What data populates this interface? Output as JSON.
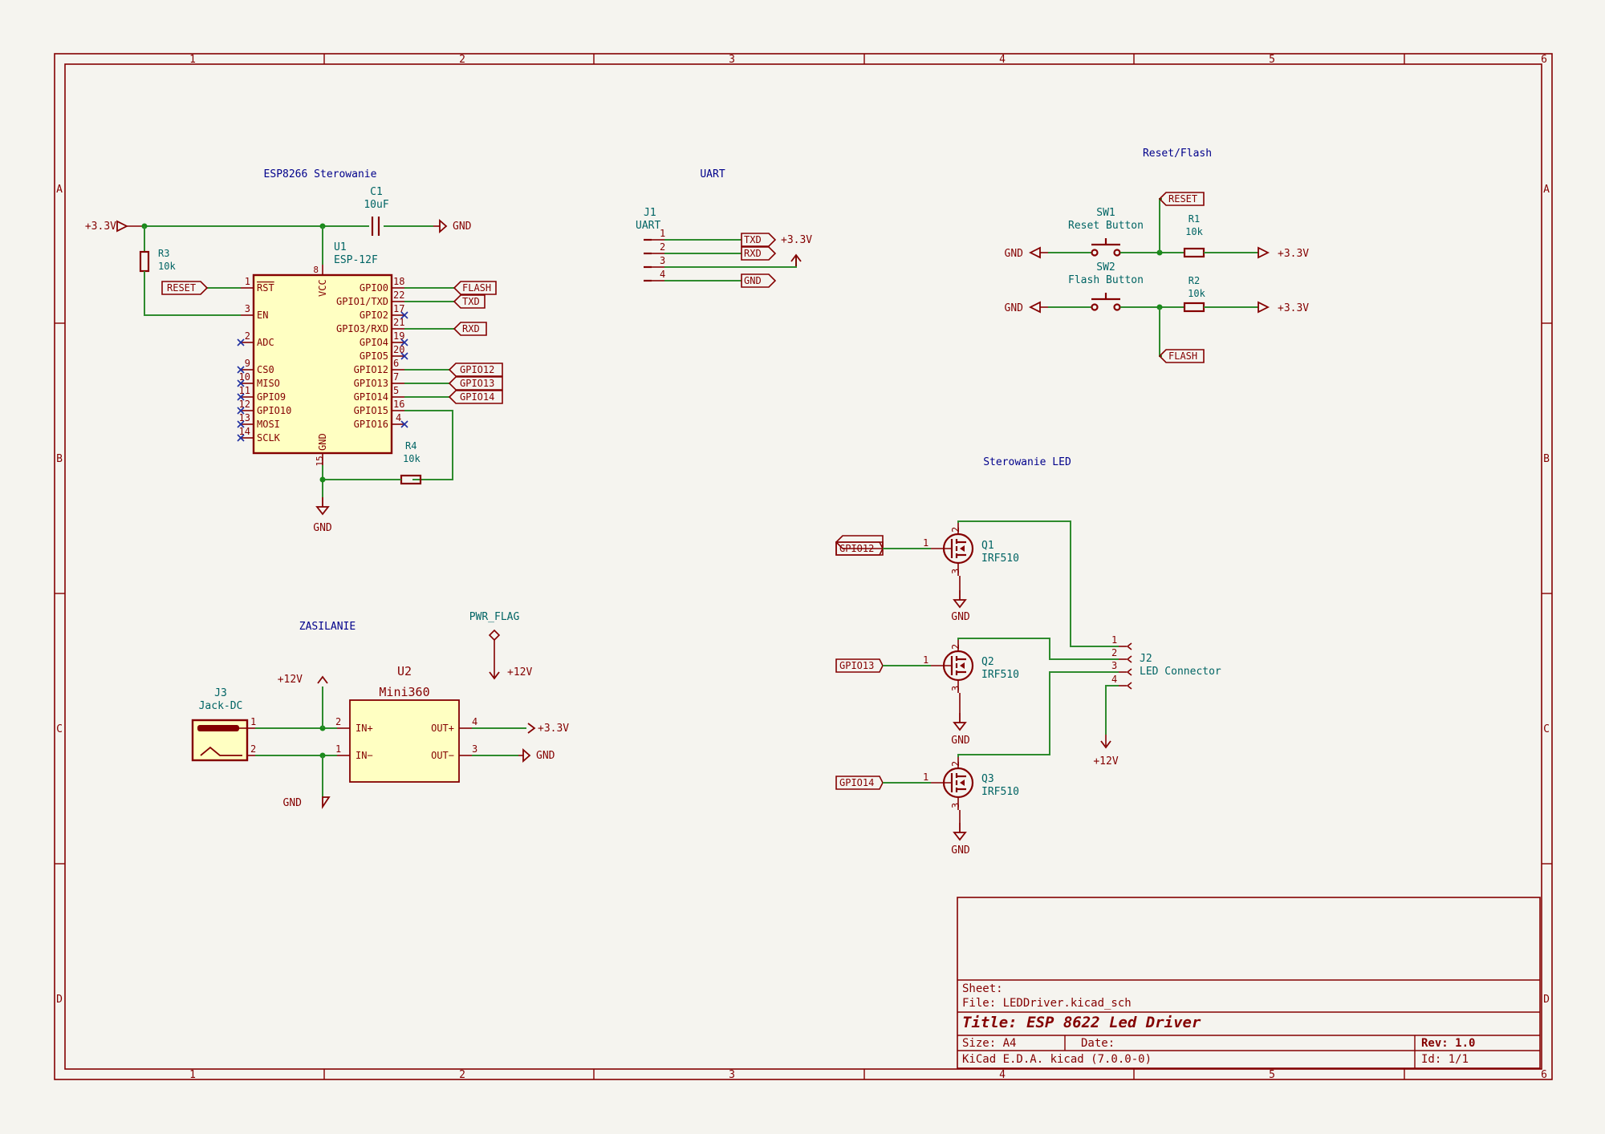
{
  "sheet": {
    "columns": [
      "1",
      "2",
      "3",
      "4",
      "5",
      "6"
    ],
    "rows": [
      "A",
      "B",
      "C",
      "D"
    ]
  },
  "section_titles": {
    "esp": "ESP8266 Sterowanie",
    "uart": "UART",
    "reset_flash": "Reset/Flash",
    "led": "Sterowanie LED",
    "power": "ZASILANIE"
  },
  "power_labels": {
    "p33": "+3.3V",
    "p12": "+12V",
    "gnd": "GND",
    "pwr_flag": "PWR_FLAG"
  },
  "components": {
    "c1": {
      "ref": "C1",
      "value": "10uF"
    },
    "r1": {
      "ref": "R1",
      "value": "10k"
    },
    "r2": {
      "ref": "R2",
      "value": "10k"
    },
    "r3": {
      "ref": "R3",
      "value": "10k"
    },
    "r4": {
      "ref": "R4",
      "value": "10k"
    },
    "u1": {
      "ref": "U1",
      "value": "ESP-12F",
      "left_pins": [
        {
          "num": "1",
          "name": "RST"
        },
        {
          "num": "3",
          "name": "EN"
        },
        {
          "num": "2",
          "name": "ADC"
        },
        {
          "num": "9",
          "name": "CS0"
        },
        {
          "num": "10",
          "name": "MISO"
        },
        {
          "num": "11",
          "name": "GPIO9"
        },
        {
          "num": "12",
          "name": "GPIO10"
        },
        {
          "num": "13",
          "name": "MOSI"
        },
        {
          "num": "14",
          "name": "SCLK"
        }
      ],
      "right_pins": [
        {
          "num": "18",
          "name": "GPIO0"
        },
        {
          "num": "22",
          "name": "GPIO1/TXD"
        },
        {
          "num": "17",
          "name": "GPIO2"
        },
        {
          "num": "21",
          "name": "GPIO3/RXD"
        },
        {
          "num": "19",
          "name": "GPIO4"
        },
        {
          "num": "20",
          "name": "GPIO5"
        },
        {
          "num": "6",
          "name": "GPIO12"
        },
        {
          "num": "7",
          "name": "GPIO13"
        },
        {
          "num": "5",
          "name": "GPIO14"
        },
        {
          "num": "16",
          "name": "GPIO15"
        },
        {
          "num": "4",
          "name": "GPIO16"
        }
      ],
      "vcc": {
        "num": "8",
        "name": "VCC"
      },
      "gnd": {
        "num": "15",
        "name": "GND"
      }
    },
    "u2": {
      "ref": "U2",
      "value": "Mini360",
      "pins": [
        {
          "num": "2",
          "name": "IN+"
        },
        {
          "num": "1",
          "name": "IN−"
        },
        {
          "num": "4",
          "name": "OUT+"
        },
        {
          "num": "3",
          "name": "OUT−"
        }
      ]
    },
    "j1": {
      "ref": "J1",
      "value": "UART",
      "pins": [
        "1",
        "2",
        "3",
        "4"
      ]
    },
    "j2": {
      "ref": "J2",
      "value": "LED Connector",
      "pins": [
        "1",
        "2",
        "3",
        "4"
      ]
    },
    "j3": {
      "ref": "J3",
      "value": "Jack-DC",
      "pins": [
        "1",
        "2"
      ]
    },
    "sw1": {
      "ref": "SW1",
      "value": "Reset Button"
    },
    "sw2": {
      "ref": "SW2",
      "value": "Flash Button"
    },
    "q1": {
      "ref": "Q1",
      "value": "IRF510",
      "pins": [
        "1",
        "2",
        "3"
      ]
    },
    "q2": {
      "ref": "Q2",
      "value": "IRF510",
      "pins": [
        "1",
        "2",
        "3"
      ]
    },
    "q3": {
      "ref": "Q3",
      "value": "IRF510",
      "pins": [
        "1",
        "2",
        "3"
      ]
    }
  },
  "net_labels": {
    "reset": "RESET",
    "flash": "FLASH",
    "txd": "TXD",
    "rxd": "RXD",
    "gpio12": "GPIO12",
    "gpio13": "GPIO13",
    "gpio14": "GPIO14"
  },
  "title_block": {
    "sheet": "Sheet:",
    "file": "File: LEDDriver.kicad_sch",
    "title": "Title: ESP 8622 Led Driver",
    "size": "Size: A4",
    "date": "Date:",
    "rev": "Rev: 1.0",
    "tool": "KiCad E.D.A.  kicad (7.0.0-0)",
    "id": "Id: 1/1"
  }
}
